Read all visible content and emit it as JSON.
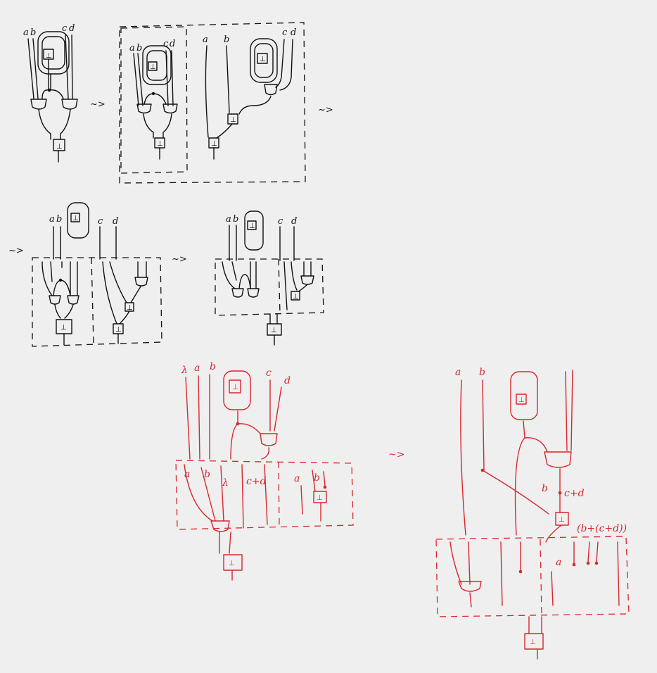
{
  "labels": {
    "a": "a",
    "b": "b",
    "c": "c",
    "d": "d",
    "c_plus_d": "c+d",
    "lambda": "λ",
    "b_plus_cd": "(b+(c+d))",
    "bot": "⊥",
    "squiggle": "~>",
    "squiggle_long": "⟶"
  }
}
